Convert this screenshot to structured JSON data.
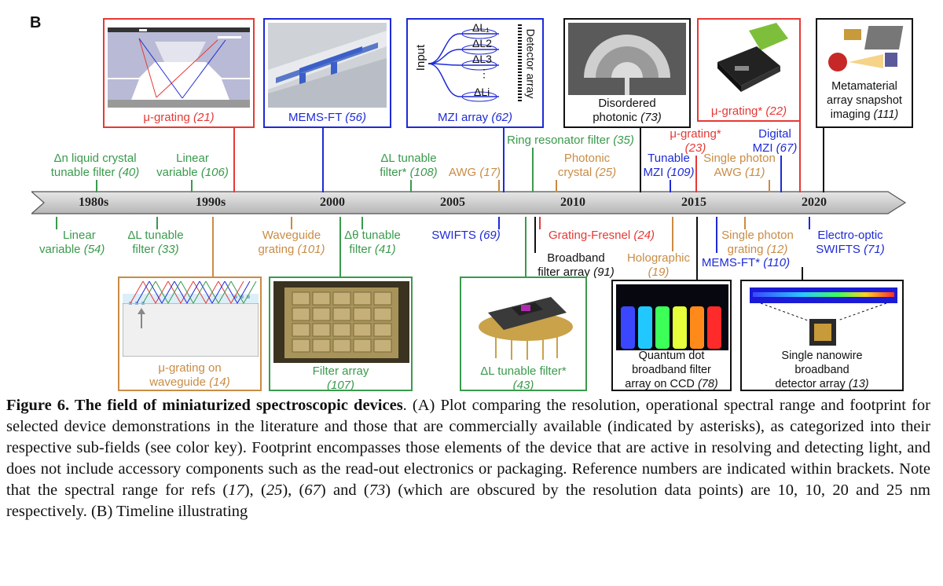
{
  "panel_label": "B",
  "timeline": {
    "years": [
      "1980s",
      "1990s",
      "2000",
      "2005",
      "2010",
      "2015",
      "2020"
    ]
  },
  "boxes": {
    "mu_grating_21": {
      "label": "μ-grating",
      "ref": "(21)"
    },
    "mems_ft_56": {
      "label": "MEMS-FT",
      "ref": "(56)"
    },
    "mzi_array_62": {
      "label": "MZI array",
      "ref": "(62)",
      "input": "Input",
      "detector": "Detector array",
      "arms": [
        "ΔL₁",
        "ΔL2",
        "ΔL3",
        "⋮",
        "ΔLi"
      ]
    },
    "disordered_73": {
      "line1": "Disordered",
      "line2": "photonic",
      "ref": "(73)"
    },
    "mu_grating_22": {
      "label": "μ-grating",
      "star": "*",
      "ref": "(22)"
    },
    "metamaterial_111": {
      "line1": "Metamaterial",
      "line2": "array snapshot",
      "line3": "imaging",
      "ref": "(111)"
    },
    "mu_grating_wg_14": {
      "line1": "μ-grating on",
      "line2": "waveguide",
      "ref": "(14)"
    },
    "filter_array_107": {
      "line1": "Filter array",
      "ref": "(107)"
    },
    "dl_tunable_43": {
      "line1": "ΔL tunable filter",
      "star": "*",
      "ref": "(43)"
    },
    "quantum_dot_78": {
      "line1": "Quantum dot",
      "line2": "broadband filter",
      "line3": "array on CCD",
      "ref": "(78)"
    },
    "nanowire_13": {
      "line1": "Single nanowire",
      "line2": "broadband",
      "line3": "detector array",
      "ref": "(13)"
    }
  },
  "labels_top": {
    "dn_lc_40": {
      "line1": "Δn liquid crystal",
      "line2": "tunable filter",
      "ref": "(40)"
    },
    "linear_var_106": {
      "line1": "Linear",
      "line2": "variable",
      "ref": "(106)"
    },
    "dl_tunable_108": {
      "line1": "ΔL tunable",
      "line2": "filter",
      "star": "*",
      "ref": "(108)"
    },
    "awg_17": {
      "line1": "AWG",
      "ref": "(17)"
    },
    "ring_35": {
      "line1": "Ring resonator filter",
      "ref": "(35)"
    },
    "photonic_crystal_25": {
      "line1": "Photonic",
      "line2": "crystal",
      "ref": "(25)"
    },
    "tunable_mzi_109": {
      "line1": "Tunable",
      "line2": "MZI",
      "ref": "(109)"
    },
    "mu_grating_23": {
      "line1": "μ-grating",
      "star": "*",
      "ref": "(23)"
    },
    "single_photon_awg_11": {
      "line1": "Single photon",
      "line2": "AWG",
      "ref": "(11)"
    },
    "digital_mzi_67": {
      "line1": "Digital",
      "line2": "MZI",
      "ref": "(67)"
    }
  },
  "labels_bottom": {
    "linear_var_54": {
      "line1": "Linear",
      "line2": "variable",
      "ref": "(54)"
    },
    "dl_tunable_33": {
      "line1": "ΔL tunable",
      "line2": "filter",
      "ref": "(33)"
    },
    "waveguide_grating_101": {
      "line1": "Waveguide",
      "line2": "grating",
      "ref": "(101)"
    },
    "dtheta_tunable_41": {
      "line1": "Δθ tunable",
      "line2": "filter",
      "ref": "(41)"
    },
    "swifts_69": {
      "line1": "SWIFTS",
      "ref": "(69)"
    },
    "grating_fresnel_24": {
      "line1": "Grating-Fresnel",
      "ref": "(24)"
    },
    "broadband_filter_91": {
      "line1": "Broadband",
      "line2": "filter array",
      "ref": "(91)"
    },
    "holographic_19": {
      "line1": "Holographic",
      "ref": "(19)"
    },
    "single_photon_grating_12": {
      "line1": "Single photon",
      "line2": "grating",
      "ref": "(12)"
    },
    "mems_ft_110": {
      "line1": "MEMS-FT",
      "star": "*",
      "ref": "(110)"
    },
    "eo_swifts_71": {
      "line1": "Electro-optic",
      "line2": "SWIFTS",
      "ref": "(71)"
    }
  },
  "caption": {
    "title": "Figure 6. The field of miniaturized spectroscopic devices",
    "body": ". (A) Plot comparing the resolution, operational spectral range and footprint for selected device demonstrations in the literature and those that are commercially available (indicated by asterisks), as categorized into their respective sub-fields (see color key). Footprint encompasses those elements of the device that are active in resolving and detecting light, and does not include accessory components such as the read-out electronics or packaging. Reference numbers are indicated within brackets. Note that the spectral range for refs (",
    "r17": "17",
    "s1": "), (",
    "r25": "25",
    "s2": "), (",
    "r67": "67",
    "s3": ") and (",
    "r73": "73",
    "tail": ") (which are obscured by the resolution data points) are 10, 10, 20 and 25 nm respectively. (B) Timeline illustrating"
  }
}
